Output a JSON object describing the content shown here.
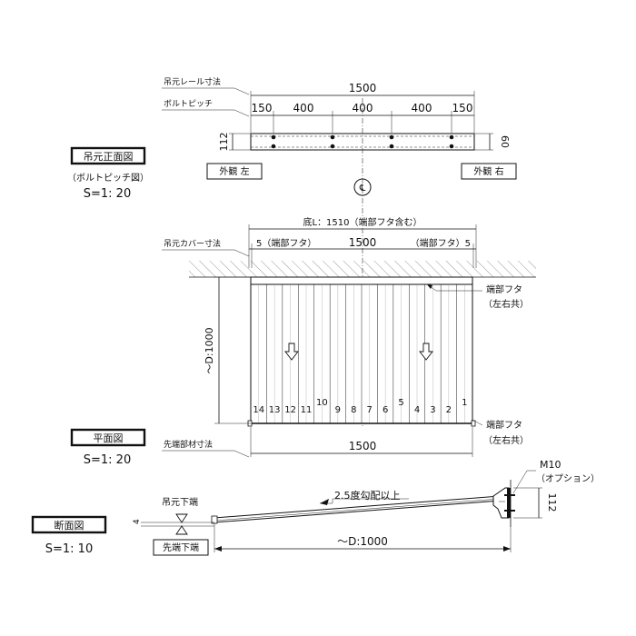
{
  "labels": {
    "rail_dim": "吊元レール寸法",
    "bolt_pitch": "ボルトピッチ",
    "cover_dim": "吊元カバー寸法",
    "tip_dim": "先端部材寸法",
    "hang_bottom": "吊元下端",
    "tip_bottom": "先端下端",
    "outer_left": "外観 左",
    "outer_right": "外観 右",
    "end_cap": "端部フタ",
    "both_sides": "（左右共）",
    "bolt": "M10",
    "option": "（オプション）",
    "slope": "2.5度勾配以上",
    "centerline": "CL"
  },
  "titles": {
    "front": "吊元正面図",
    "front_sub": "（ボルトピッチ図）",
    "front_scale": "S=1: 20",
    "plan": "平面図",
    "plan_scale": "S=1: 20",
    "section": "断面図",
    "section_scale": "S=1: 10"
  },
  "dims": {
    "rail_total": "1500",
    "pitch": [
      "150",
      "400",
      "400",
      "400",
      "150"
    ],
    "rail_height": "112",
    "rail_depth": "60",
    "base_length": "底L：1510（端部フタ含む）",
    "cover_total": "1500",
    "cap_left": "5（端部フタ）",
    "cap_right": "（端部フタ）5",
    "depth": "～D:1000",
    "tip_total": "1500",
    "section_height": "112",
    "section_depth": "～D:1000",
    "gap": "4"
  },
  "panel_numbers": [
    "14",
    "13",
    "12",
    "11",
    "10",
    "9",
    "8",
    "7",
    "6",
    "5",
    "4",
    "3",
    "2",
    "1"
  ]
}
